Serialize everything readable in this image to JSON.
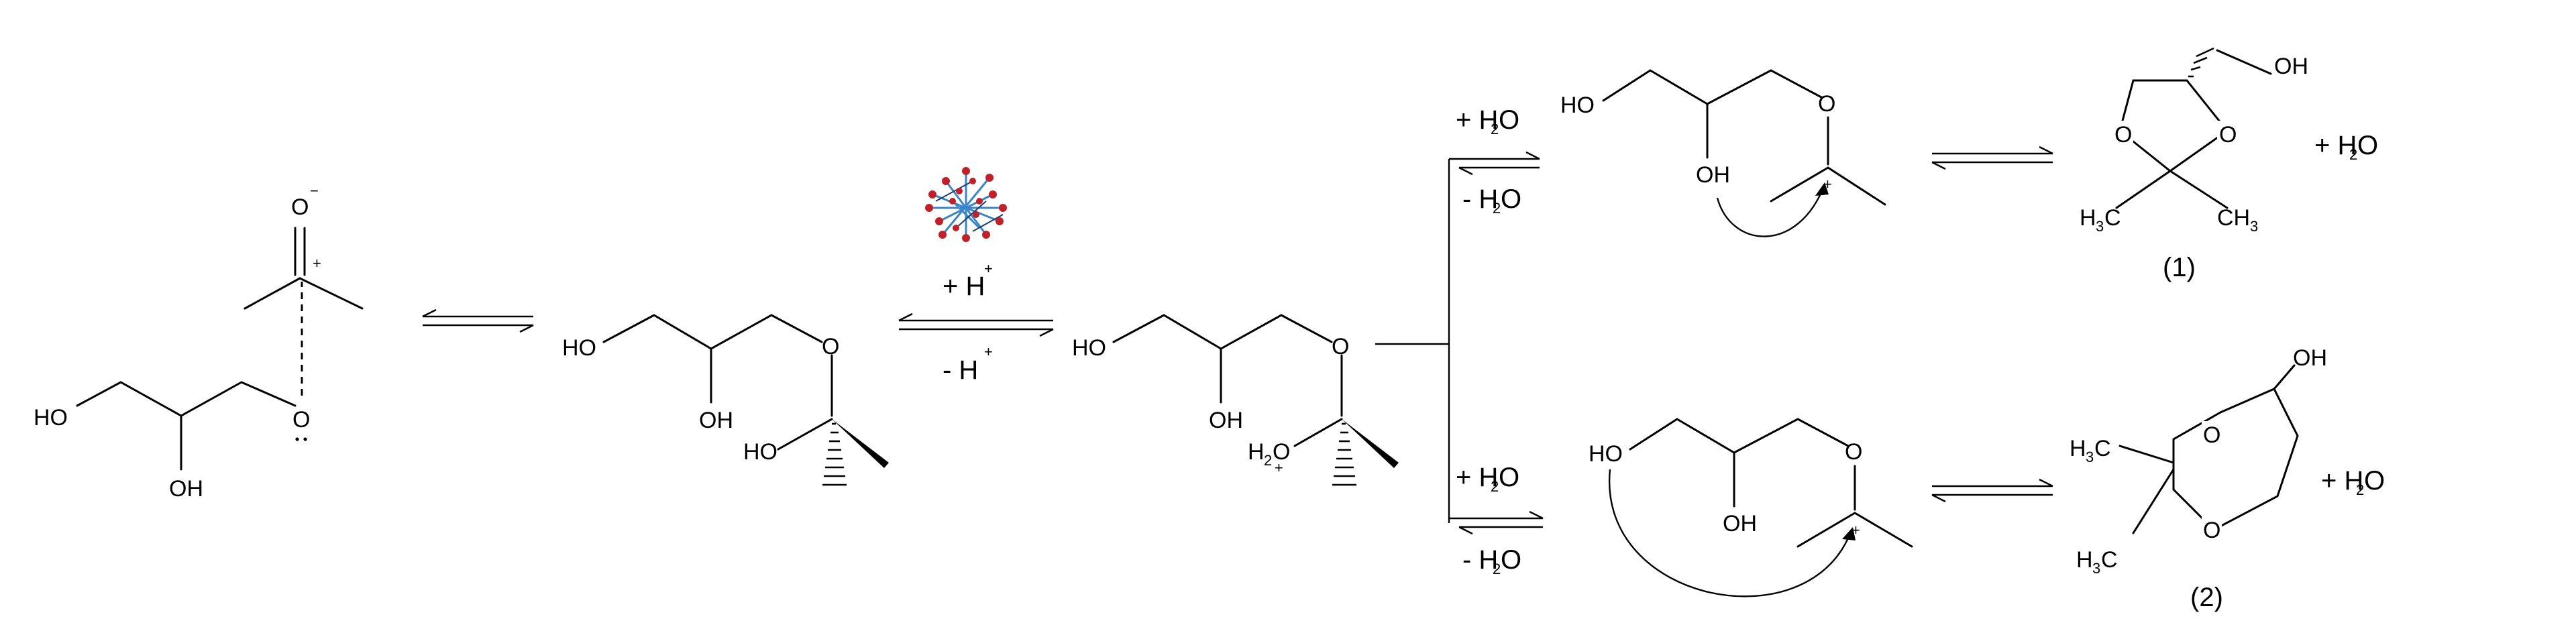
{
  "labels": {
    "ho": "HO",
    "oh": "OH",
    "o": "O",
    "o_minus": "O",
    "minus": "−",
    "plus": "+",
    "h2o_ho": "H",
    "h2o_2": "2",
    "h2o_o": "O",
    "h3c": "H",
    "h3c_3": "3",
    "h3c_c": "C",
    "ch3": "CH",
    "ch3_3": "3"
  },
  "reagents": {
    "plus_h_top": "+ H",
    "minus_h_bottom": "- H",
    "plus_h2o": "+ H",
    "minus_h2o": "- H",
    "h2o_sub": "2",
    "h2o_o": "O",
    "product_plus_h2o": "+ H"
  },
  "products": {
    "p1": "(1)",
    "p2": "(2)"
  },
  "catalyst": {
    "name": "catalyst-cluster",
    "colors": {
      "red": "#c0202a",
      "blue": "#3a86c8",
      "dark": "#1c3d6e"
    }
  }
}
